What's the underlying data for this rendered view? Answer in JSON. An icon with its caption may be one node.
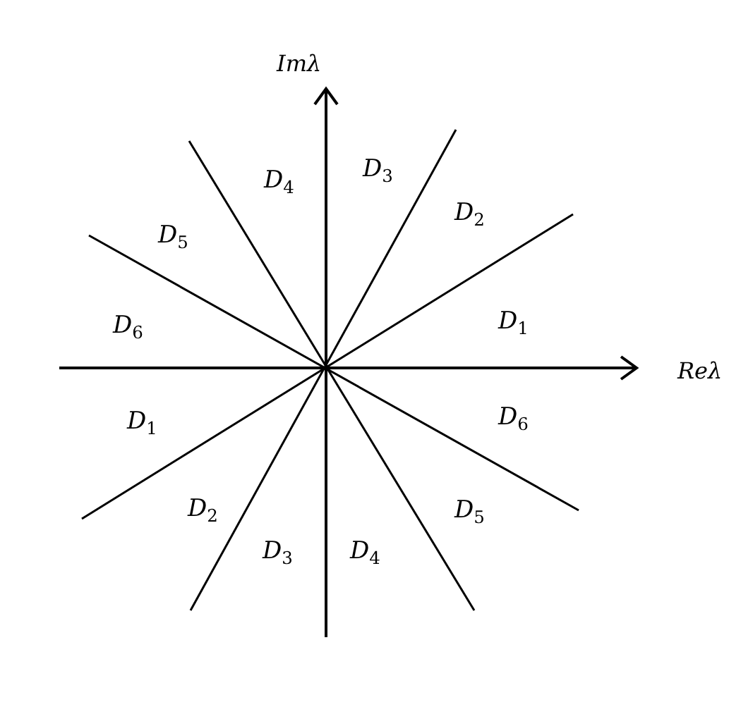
{
  "diagram": {
    "labels": [
      "Imλ",
      "D$_{4}$",
      "D$_{3}$",
      "D$_{2}$",
      "D$_{5}$",
      "D$_{6}$",
      "D$_{1}$",
      "Reλ",
      "D$_{1}$",
      "D$_{6}$",
      "D$_{2}$",
      "D$_{5}$",
      "D$_{3}$",
      "D$_{4}$"
    ]
  }
}
